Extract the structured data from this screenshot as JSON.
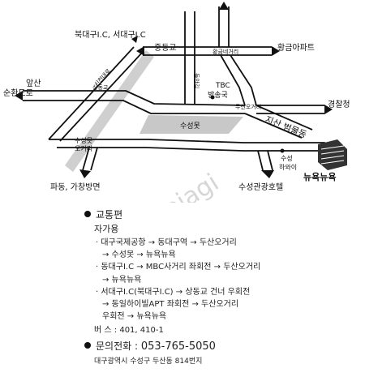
{
  "map": {
    "labels": {
      "bukdaegu_ic": "북대구I.C, 서대구I.C",
      "jungdong_bridge": "중동교",
      "hwanggeum_intersection": "황금네거리",
      "hwanggeum_apt": "황금아파트",
      "apsan": "앞산",
      "sunhwan_road": "순환도로",
      "sinchon_street": "신천대로",
      "sangdong_bridge": "상동교",
      "deullan_road": "들안길",
      "tbc_line1": "TBC",
      "tbc_line2": "방송국",
      "dusan_intersection": "두산오거리",
      "police": "경찰청",
      "suseongmot": "수성못",
      "jisan_beommul": "지산 범물동",
      "suseongmot_intersection_1": "수성못",
      "suseongmot_intersection_2": "오거리",
      "suseong_hawai_1": "수성",
      "suseong_hawai_2": "하와이",
      "padong": "파동, 가창방면",
      "suseong_hotel": "수성관광호텔",
      "newyork": "뉴욕뉴욕",
      "watermark": "Bojagi"
    }
  },
  "info": {
    "transport_title": "교통편",
    "car_title": "자가용",
    "route1_line1": "· 대구국제공항 → 동대구역 → 두산오거리",
    "route1_line2": "→ 수성못 → 뉴욕뉴욕",
    "route2_line1": "· 동대구I.C → MBC사거리 좌회전 → 두산오거리",
    "route2_line2": "→ 뉴욕뉴욕",
    "route3_line1": "· 서대구I.C(북대구I.C) → 상동교 건너 우회전",
    "route3_line2": "→ 동일하이빌APT 좌회전 → 두산오거리",
    "route3_line3": "우회전 → 뉴욕뉴욕",
    "bus_label": "버  스 :",
    "bus_numbers": "401, 410-1",
    "phone_label": "문의전화 :",
    "phone_number": "053-765-5050",
    "address": "대구광역시 수성구 두산동 814번지"
  },
  "colors": {
    "road": "#111111",
    "lake": "#c8c8c8",
    "watermark": "#d6d6d6"
  }
}
